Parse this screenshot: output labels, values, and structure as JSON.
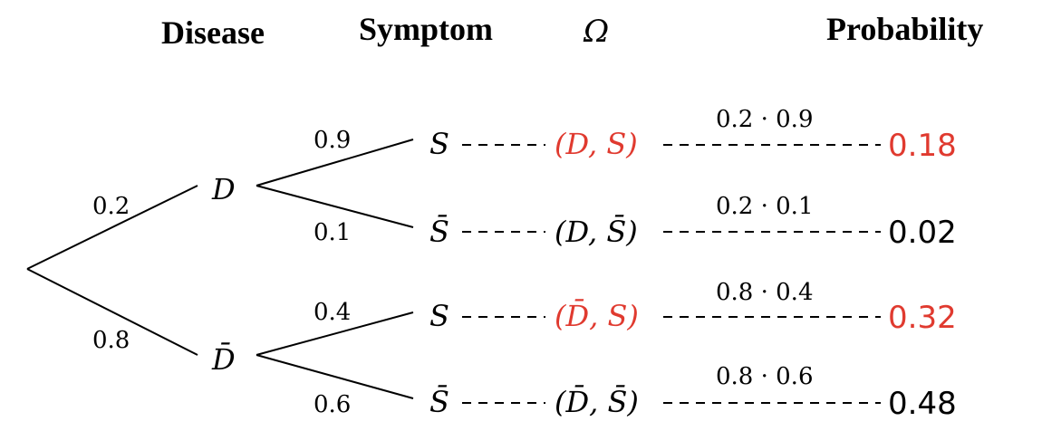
{
  "headers": {
    "disease": "Disease",
    "symptom": "Symptom",
    "omega": "Ω",
    "probability": "Probability"
  },
  "colors": {
    "highlight": "#e03a2f",
    "normal": "#000000"
  },
  "root": {
    "branches": [
      {
        "node_label": "D",
        "prob": "0.2",
        "children": [
          {
            "symptom_label": "S",
            "prob": "0.9",
            "outcome": "(D, S)",
            "product": "0.2 · 0.9",
            "result": "0.18",
            "highlight": true
          },
          {
            "symptom_label": "S̄",
            "prob": "0.1",
            "outcome": "(D, S̄)",
            "product": "0.2 · 0.1",
            "result": "0.02",
            "highlight": false
          }
        ]
      },
      {
        "node_label": "D̄",
        "prob": "0.8",
        "children": [
          {
            "symptom_label": "S",
            "prob": "0.4",
            "outcome": "(D̄, S)",
            "product": "0.8 · 0.4",
            "result": "0.32",
            "highlight": true
          },
          {
            "symptom_label": "S̄",
            "prob": "0.6",
            "outcome": "(D̄, S̄)",
            "product": "0.8 · 0.6",
            "result": "0.48",
            "highlight": false
          }
        ]
      }
    ]
  }
}
